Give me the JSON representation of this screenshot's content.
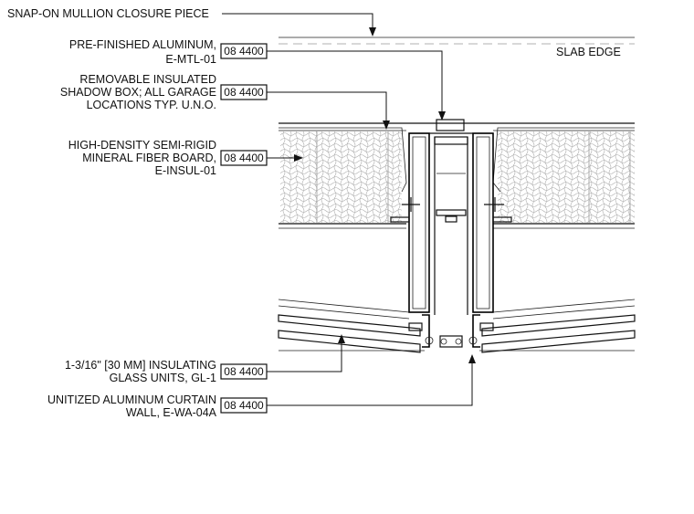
{
  "callouts": {
    "snap_on": "SNAP-ON MULLION CLOSURE PIECE",
    "prefinished_l1": "PRE-FINISHED ALUMINUM,",
    "prefinished_l2": "E-MTL-01",
    "shadowbox_l1": "REMOVABLE INSULATED",
    "shadowbox_l2": "SHADOW BOX; ALL GARAGE",
    "shadowbox_l3": "LOCATIONS TYP. U.N.O.",
    "mineral_l1": "HIGH-DENSITY SEMI-RIGID",
    "mineral_l2": "MINERAL FIBER BOARD,",
    "mineral_l3": "E-INSUL-01",
    "igu_l1": "1-3/16\" [30 MM] INSULATING",
    "igu_l2": "GLASS UNITS, GL-1",
    "curtainwall_l1": "UNITIZED ALUMINUM CURTAIN",
    "curtainwall_l2": "WALL, E-WA-04A",
    "slab_edge": "SLAB EDGE"
  },
  "spec_tags": {
    "prefinished": "08 4400",
    "shadowbox": "08 4400",
    "mineral": "08 4400",
    "igu": "08 4400",
    "curtainwall": "08 4400"
  }
}
